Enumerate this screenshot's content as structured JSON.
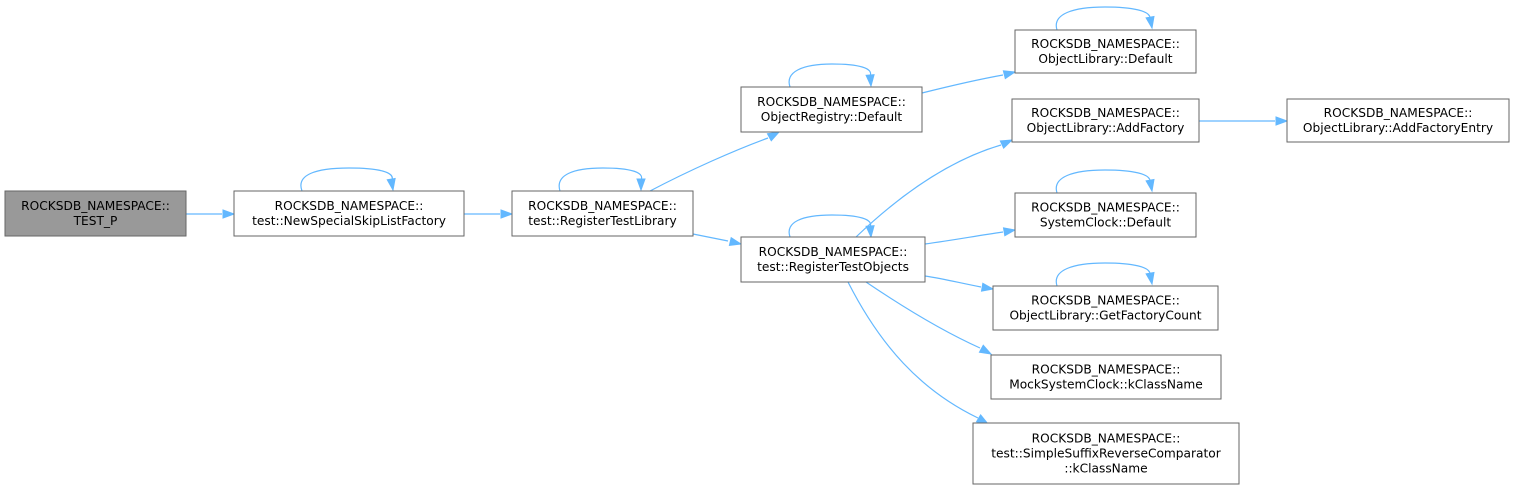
{
  "colors": {
    "edge": "#63b8ff",
    "node_border": "#666666",
    "node_fill": "#ffffff",
    "root_fill": "#999999"
  },
  "nodes": [
    {
      "id": "test_p",
      "lines": [
        "ROCKSDB_NAMESPACE::",
        "TEST_P"
      ],
      "root": true
    },
    {
      "id": "new_special_skiplist_factory",
      "lines": [
        "ROCKSDB_NAMESPACE::",
        "test::NewSpecialSkipListFactory"
      ]
    },
    {
      "id": "register_test_library",
      "lines": [
        "ROCKSDB_NAMESPACE::",
        "test::RegisterTestLibrary"
      ]
    },
    {
      "id": "object_registry_default",
      "lines": [
        "ROCKSDB_NAMESPACE::",
        "ObjectRegistry::Default"
      ]
    },
    {
      "id": "register_test_objects",
      "lines": [
        "ROCKSDB_NAMESPACE::",
        "test::RegisterTestObjects"
      ]
    },
    {
      "id": "object_library_default",
      "lines": [
        "ROCKSDB_NAMESPACE::",
        "ObjectLibrary::Default"
      ]
    },
    {
      "id": "object_library_add_factory",
      "lines": [
        "ROCKSDB_NAMESPACE::",
        "ObjectLibrary::AddFactory"
      ]
    },
    {
      "id": "system_clock_default",
      "lines": [
        "ROCKSDB_NAMESPACE::",
        "SystemClock::Default"
      ]
    },
    {
      "id": "object_library_get_factory_count",
      "lines": [
        "ROCKSDB_NAMESPACE::",
        "ObjectLibrary::GetFactoryCount"
      ]
    },
    {
      "id": "mock_system_clock_kclassname",
      "lines": [
        "ROCKSDB_NAMESPACE::",
        "MockSystemClock::kClassName"
      ]
    },
    {
      "id": "simple_suffix_reverse_comparator_kclassname",
      "lines": [
        "ROCKSDB_NAMESPACE::",
        "test::SimpleSuffixReverseComparator",
        "::kClassName"
      ]
    },
    {
      "id": "object_library_add_factory_entry",
      "lines": [
        "ROCKSDB_NAMESPACE::",
        "ObjectLibrary::AddFactoryEntry"
      ]
    }
  ],
  "edges": [
    {
      "from": "test_p",
      "to": "new_special_skiplist_factory"
    },
    {
      "from": "new_special_skiplist_factory",
      "to": "new_special_skiplist_factory"
    },
    {
      "from": "new_special_skiplist_factory",
      "to": "register_test_library"
    },
    {
      "from": "register_test_library",
      "to": "register_test_library"
    },
    {
      "from": "register_test_library",
      "to": "object_registry_default"
    },
    {
      "from": "register_test_library",
      "to": "register_test_objects"
    },
    {
      "from": "object_registry_default",
      "to": "object_registry_default"
    },
    {
      "from": "object_registry_default",
      "to": "object_library_default"
    },
    {
      "from": "object_library_default",
      "to": "object_library_default"
    },
    {
      "from": "register_test_objects",
      "to": "register_test_objects"
    },
    {
      "from": "register_test_objects",
      "to": "object_library_add_factory"
    },
    {
      "from": "register_test_objects",
      "to": "system_clock_default"
    },
    {
      "from": "register_test_objects",
      "to": "object_library_get_factory_count"
    },
    {
      "from": "register_test_objects",
      "to": "mock_system_clock_kclassname"
    },
    {
      "from": "register_test_objects",
      "to": "simple_suffix_reverse_comparator_kclassname"
    },
    {
      "from": "object_library_add_factory",
      "to": "object_library_add_factory_entry"
    },
    {
      "from": "system_clock_default",
      "to": "system_clock_default"
    },
    {
      "from": "object_library_get_factory_count",
      "to": "object_library_get_factory_count"
    }
  ]
}
